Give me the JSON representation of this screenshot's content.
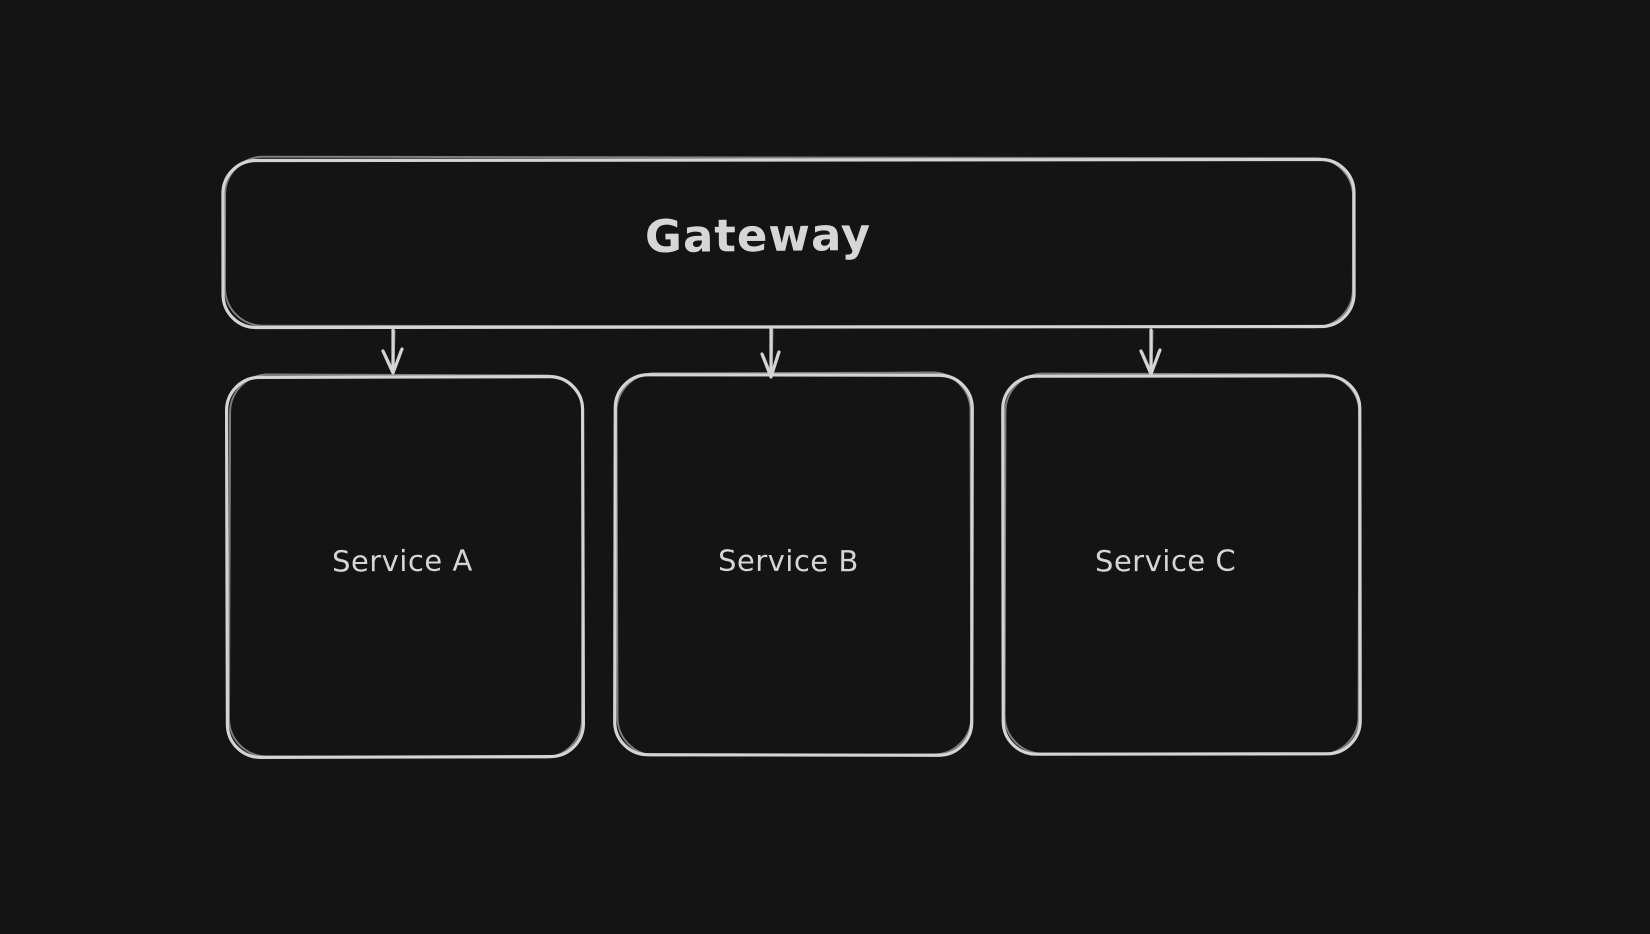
{
  "diagram": {
    "colors": {
      "background": "#141414",
      "stroke": "#d4d4d4",
      "text": "#d6d6d6"
    },
    "nodes": [
      {
        "id": "gateway",
        "label": "Gateway"
      },
      {
        "id": "service-a",
        "label": "Service A"
      },
      {
        "id": "service-b",
        "label": "Service B"
      },
      {
        "id": "service-c",
        "label": "Service C"
      }
    ],
    "edges": [
      {
        "from": "gateway",
        "to": "service-a"
      },
      {
        "from": "gateway",
        "to": "service-b"
      },
      {
        "from": "gateway",
        "to": "service-c"
      }
    ]
  }
}
